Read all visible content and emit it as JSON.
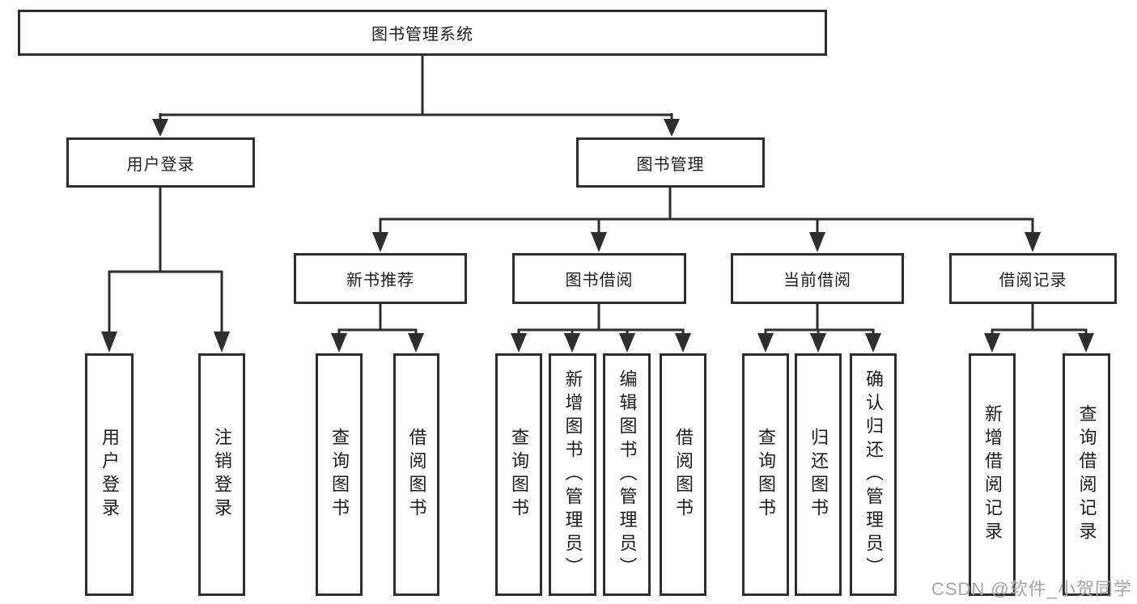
{
  "diagram": {
    "root": {
      "label": "图书管理系统"
    },
    "level2": {
      "user_login": {
        "label": "用户登录"
      },
      "book_management": {
        "label": "图书管理"
      }
    },
    "level3": {
      "new_book_recommend": {
        "label": "新书推荐"
      },
      "book_borrow": {
        "label": "图书借阅"
      },
      "current_borrow": {
        "label": "当前借阅"
      },
      "borrow_records": {
        "label": "借阅记录"
      }
    },
    "leaves": {
      "user_login": {
        "login": "用户登录",
        "logout": "注销登录"
      },
      "new_book_recommend": {
        "query": "查询图书",
        "borrow": "借阅图书"
      },
      "book_borrow": {
        "query": "查询图书",
        "add": "新增图书（管理员）",
        "edit": "编辑图书（管理员）",
        "borrow": "借阅图书"
      },
      "current_borrow": {
        "query": "查询图书",
        "return": "归还图书",
        "confirm": "确认归还（管理员）"
      },
      "borrow_records": {
        "add": "新增借阅记录",
        "query": "查询借阅记录"
      }
    }
  },
  "watermark": {
    "text": "CSDN @软件_小贺同学"
  },
  "colors": {
    "line": "#2e2e2e",
    "box_border": "#2e2e2e",
    "text": "#1d1d1d",
    "watermark": "#a6a6a6",
    "background": "#ffffff"
  }
}
